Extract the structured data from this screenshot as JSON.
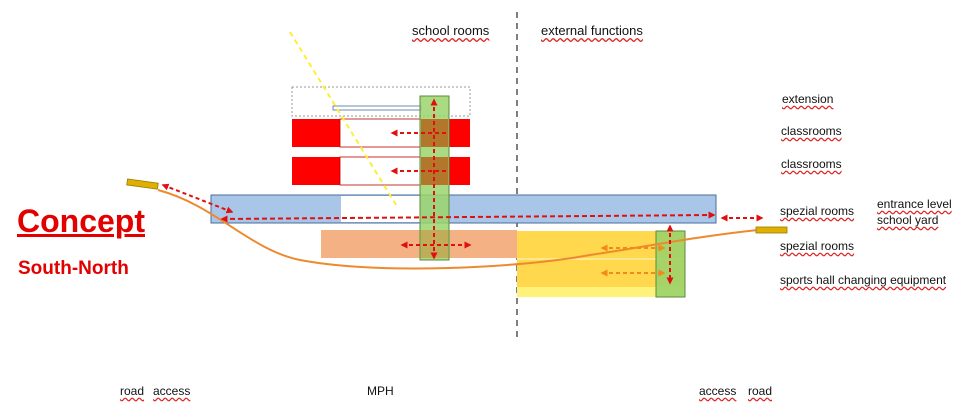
{
  "title": "Concept",
  "subtitle": "South-North",
  "zones": {
    "left": "school rooms",
    "right": "external functions"
  },
  "levels": {
    "extension": "extension",
    "classrooms_1": "classrooms",
    "classrooms_2": "classrooms",
    "spezial_rooms_1": "spezial rooms",
    "spezial_rooms_2": "spezial rooms",
    "sports_hall": "sports hall changing equipment"
  },
  "entrance": {
    "line1": "entrance level",
    "line2": "school yard"
  },
  "bottom": {
    "left_road": "road",
    "left_access": "access",
    "center": "MPH",
    "right_access": "access",
    "right_road": "road"
  },
  "colors": {
    "classroom_red": "#ff0000",
    "spezial_blue": "#a9c6e8",
    "lower_orange": "#f4b183",
    "sports_yellow": "#ffd84d",
    "circulation_green": "#9bd36b",
    "arrow_red": "#e01010",
    "arrow_orange": "#f08a1a",
    "path_orange": "#ed8a2f",
    "sun_yellow": "#ffee33"
  }
}
